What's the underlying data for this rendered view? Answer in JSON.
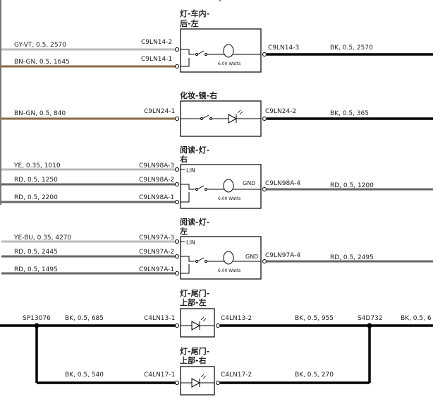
{
  "modules": [
    {
      "id": "lamp-interior-rear-left",
      "title_lines": [
        "灯-车内-",
        "后-左"
      ],
      "left_pins": [
        {
          "pin": "C9LN14-2",
          "wire": "GY-VT, 0.5, 2570"
        },
        {
          "pin": "C9LN14-1",
          "wire": "BN-GN, 0.5, 1645"
        }
      ],
      "right_pins": [
        {
          "pin": "C9LN14-3",
          "wire": "BK, 0.5, 2570"
        }
      ],
      "watts": "6.00 Watts"
    },
    {
      "id": "vanity-mirror-right",
      "title_lines": [
        "化妆-镜-右"
      ],
      "left_pins": [
        {
          "pin": "C9LN24-1",
          "wire": "BN-GN, 0.5, 840"
        }
      ],
      "right_pins": [
        {
          "pin": "C9LN24-2",
          "wire": "BK, 0.5, 365"
        }
      ]
    },
    {
      "id": "reading-lamp-right-1",
      "title_lines": [
        "阅读-灯-",
        "右"
      ],
      "left_pins": [
        {
          "pin": "C9LN98A-3",
          "wire": "YE, 0.35, 1010"
        },
        {
          "pin": "C9LN98A-2",
          "wire": "RD, 0.5, 1250"
        },
        {
          "pin": "C9LN98A-1",
          "wire": "RD, 0.5, 2200"
        }
      ],
      "right_pins": [
        {
          "pin": "C9LN98A-4",
          "wire": "RD, 0.5, 1200"
        }
      ],
      "lin": "LIN",
      "gnd": "GND",
      "watts": "6.00 Watts"
    },
    {
      "id": "reading-lamp-right-2",
      "title_lines": [
        "阅读-灯-",
        "左"
      ],
      "left_pins": [
        {
          "pin": "C9LN97A-3",
          "wire": "YE-BU, 0.35, 4270"
        },
        {
          "pin": "C9LN97A-2",
          "wire": "RD, 0.5, 2445"
        },
        {
          "pin": "C9LN97A-1",
          "wire": "RD, 0.5, 1495"
        }
      ],
      "right_pins": [
        {
          "pin": "C9LN97A-4",
          "wire": "RD, 0.5, 2495"
        }
      ],
      "lin": "LIN",
      "gnd": "GND",
      "watts": "6.00 Watts"
    },
    {
      "id": "tailgate-lamp-upper-left",
      "title_lines": [
        "灯-尾门-",
        "上部-左"
      ],
      "left_pins": [
        {
          "pin": "C4LN13-1",
          "wire": "BK, 0.5, 685"
        }
      ],
      "right_pins": [
        {
          "pin": "C4LN13-2",
          "wire": "BK, 0.5, 955"
        }
      ]
    },
    {
      "id": "tailgate-lamp-upper-right",
      "title_lines": [
        "灯-尾门-",
        "上部-右"
      ],
      "left_pins": [
        {
          "pin": "C4LN17-1",
          "wire": "BK, 0.5, 540"
        }
      ],
      "right_pins": [
        {
          "pin": "C4LN17-2",
          "wire": "BK, 0.5, 270"
        }
      ]
    }
  ],
  "splices": {
    "left": "SP13076",
    "right": "S4D732",
    "far_right_wire": "BK, 0.5, 6"
  }
}
